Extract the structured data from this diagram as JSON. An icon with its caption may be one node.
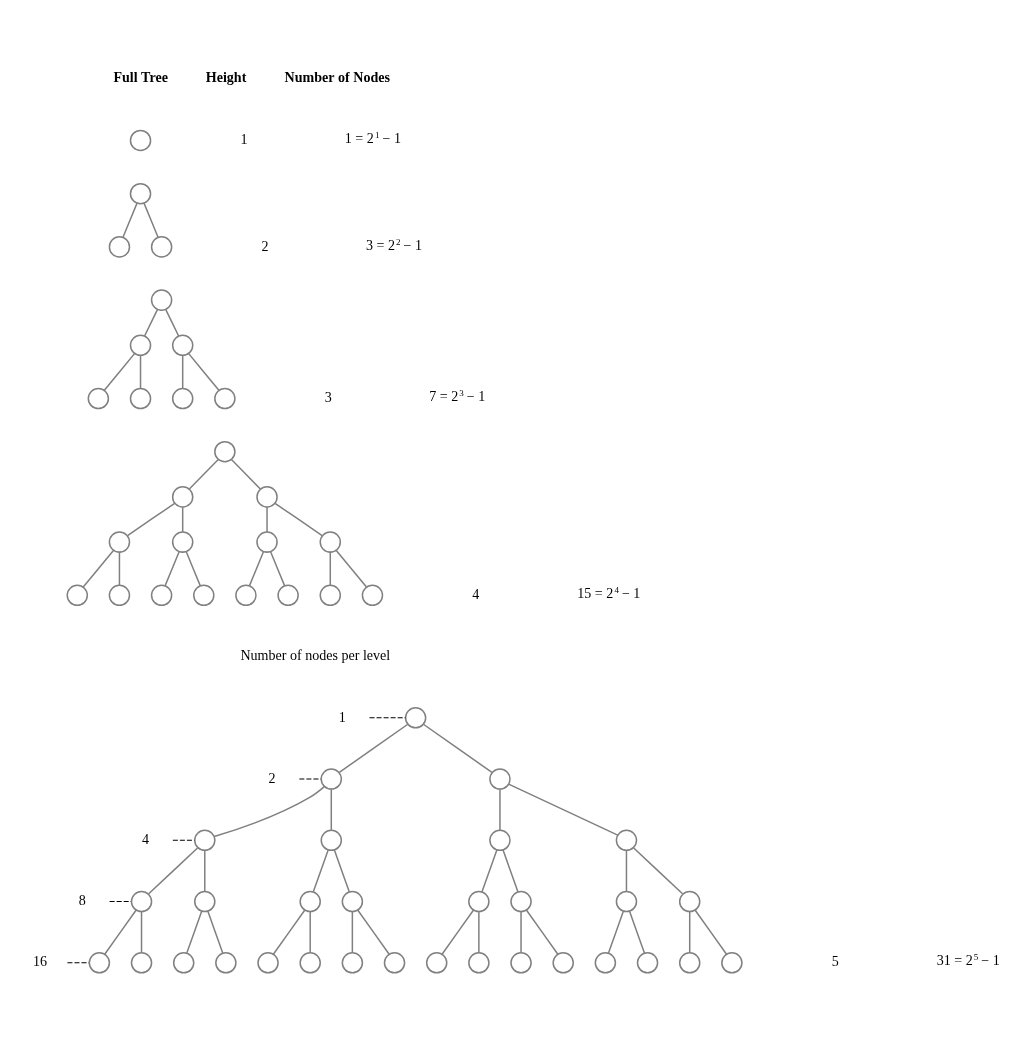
{
  "diagram": {
    "nodes": [
      {
        "text": [],
        "shape": "circle"
      },
      {
        "text": [],
        "shape": "circle"
      },
      {
        "text": [],
        "shape": "circle"
      },
      {
        "text": [],
        "shape": "circle"
      },
      {
        "text": [],
        "shape": "circle"
      },
      {
        "text": [],
        "shape": "circle"
      },
      {
        "text": [],
        "shape": "circle"
      },
      {
        "text": [],
        "shape": "circle"
      },
      {
        "text": [],
        "shape": "circle"
      },
      {
        "text": [],
        "shape": "circle"
      },
      {
        "text": [],
        "shape": "circle"
      },
      {
        "text": [],
        "shape": "circle"
      },
      {
        "text": [],
        "shape": "circle"
      },
      {
        "text": [],
        "shape": "circle"
      },
      {
        "text": [],
        "shape": "circle"
      },
      {
        "text": [],
        "shape": "circle"
      },
      {
        "text": [],
        "shape": "circle"
      },
      {
        "text": [],
        "shape": "circle"
      },
      {
        "text": [],
        "shape": "circle"
      },
      {
        "text": [],
        "shape": "circle"
      },
      {
        "text": [],
        "shape": "circle"
      },
      {
        "text": [],
        "shape": "circle"
      },
      {
        "text": [],
        "shape": "circle"
      },
      {
        "text": [],
        "shape": "circle"
      },
      {
        "text": [],
        "shape": "circle"
      },
      {
        "text": [],
        "shape": "circle"
      },
      {
        "text": [],
        "shape": "circle"
      },
      {
        "text": [],
        "shape": "circle"
      },
      {
        "text": [],
        "shape": "circle"
      },
      {
        "text": [],
        "shape": "circle"
      },
      {
        "text": [],
        "shape": "circle"
      },
      {
        "text": [],
        "shape": "circle"
      },
      {
        "text": [],
        "shape": "circle"
      },
      {
        "text": [],
        "shape": "circle"
      },
      {
        "text": [],
        "shape": "circle"
      },
      {
        "text": [],
        "shape": "circle"
      },
      {
        "text": [],
        "shape": "circle"
      },
      {
        "text": [],
        "shape": "circle"
      },
      {
        "text": [],
        "shape": "circle"
      },
      {
        "text": [],
        "shape": "circle"
      },
      {
        "text": [],
        "shape": "circle"
      },
      {
        "text": [],
        "shape": "circle"
      },
      {
        "text": [],
        "shape": "circle"
      },
      {
        "text": [],
        "shape": "circle"
      },
      {
        "text": [],
        "shape": "circle"
      },
      {
        "text": [],
        "shape": "circle"
      },
      {
        "text": [],
        "shape": "circle"
      },
      {
        "text": [],
        "shape": "circle"
      },
      {
        "text": [],
        "shape": "circle"
      },
      {
        "text": [],
        "shape": "circle"
      },
      {
        "text": [],
        "shape": "circle"
      },
      {
        "text": [],
        "shape": "circle"
      },
      {
        "text": [],
        "shape": "circle"
      },
      {
        "text": [],
        "shape": "circle"
      },
      {
        "text": [],
        "shape": "circle"
      },
      {
        "text": [],
        "shape": "circle"
      },
      {
        "text": [],
        "shape": "circle"
      },
      {
        "text": [
          "1"
        ]
      },
      {
        "text": [
          "2"
        ]
      },
      {
        "text": [
          "4"
        ]
      },
      {
        "text": [
          "8"
        ]
      },
      {
        "text": [
          "16"
        ]
      }
    ],
    "edges": [
      {
        "from": 1,
        "to": 2,
        "arrow": "none"
      },
      {
        "from": 1,
        "to": 3,
        "arrow": "none"
      },
      {
        "from": 4,
        "to": 5,
        "arrow": "none"
      },
      {
        "from": 4,
        "to": 6,
        "arrow": "none"
      },
      {
        "from": 5,
        "to": 7,
        "arrow": "none"
      },
      {
        "from": 5,
        "to": 8,
        "arrow": "none"
      },
      {
        "from": 6,
        "to": 9,
        "arrow": "none"
      },
      {
        "from": 6,
        "to": 10,
        "arrow": "none"
      },
      {
        "from": 11,
        "to": 12,
        "arrow": "none"
      },
      {
        "from": 11,
        "to": 13,
        "arrow": "none"
      },
      {
        "from": 12,
        "to": 14,
        "arrow": "none"
      },
      {
        "from": 12,
        "to": 15,
        "arrow": "none"
      },
      {
        "from": 13,
        "to": 16,
        "arrow": "none"
      },
      {
        "from": 13,
        "to": 17,
        "arrow": "none"
      },
      {
        "from": 14,
        "to": 18,
        "arrow": "none"
      },
      {
        "from": 14,
        "to": 19,
        "arrow": "none"
      },
      {
        "from": 15,
        "to": 20,
        "arrow": "none"
      },
      {
        "from": 15,
        "to": 21,
        "arrow": "none"
      },
      {
        "from": 16,
        "to": 22,
        "arrow": "none"
      },
      {
        "from": 16,
        "to": 23,
        "arrow": "none"
      },
      {
        "from": 17,
        "to": 24,
        "arrow": "none"
      },
      {
        "from": 17,
        "to": 25,
        "arrow": "none"
      },
      {
        "from": 26,
        "to": 27,
        "arrow": "none"
      },
      {
        "from": 26,
        "to": 28,
        "arrow": "none"
      },
      {
        "from": 27,
        "to": 29,
        "arrow": "none"
      },
      {
        "from": 27,
        "to": 30,
        "arrow": "none"
      },
      {
        "from": 28,
        "to": 31,
        "arrow": "none"
      },
      {
        "from": 28,
        "to": 32,
        "arrow": "none"
      },
      {
        "from": 29,
        "to": 33,
        "arrow": "none"
      },
      {
        "from": 29,
        "to": 34,
        "arrow": "none"
      },
      {
        "from": 30,
        "to": 35,
        "arrow": "none"
      },
      {
        "from": 30,
        "to": 36,
        "arrow": "none"
      },
      {
        "from": 31,
        "to": 37,
        "arrow": "none"
      },
      {
        "from": 31,
        "to": 38,
        "arrow": "none"
      },
      {
        "from": 32,
        "to": 39,
        "arrow": "none"
      },
      {
        "from": 32,
        "to": 40,
        "arrow": "none"
      },
      {
        "from": 33,
        "to": 41,
        "arrow": "none"
      },
      {
        "from": 33,
        "to": 42,
        "arrow": "none"
      },
      {
        "from": 34,
        "to": 43,
        "arrow": "none"
      },
      {
        "from": 34,
        "to": 44,
        "arrow": "none"
      },
      {
        "from": 35,
        "to": 45,
        "arrow": "none"
      },
      {
        "from": 35,
        "to": 46,
        "arrow": "none"
      },
      {
        "from": 36,
        "to": 47,
        "arrow": "none"
      },
      {
        "from": 36,
        "to": 48,
        "arrow": "none"
      },
      {
        "from": 37,
        "to": 49,
        "arrow": "none"
      },
      {
        "from": 37,
        "to": 50,
        "arrow": "none"
      },
      {
        "from": 38,
        "to": 51,
        "arrow": "none"
      },
      {
        "from": 38,
        "to": 52,
        "arrow": "none"
      },
      {
        "from": 39,
        "to": 53,
        "arrow": "none"
      },
      {
        "from": 39,
        "to": 54,
        "arrow": "none"
      },
      {
        "from": 40,
        "to": 55,
        "arrow": "none"
      },
      {
        "from": 40,
        "to": 56,
        "arrow": "none"
      },
      {
        "from": 57,
        "to": 26,
        "arrow": "none",
        "style": "dashed",
        "color": "#000000"
      },
      {
        "from": 58,
        "to": 27,
        "arrow": "none",
        "style": "dashed",
        "color": "#000000"
      },
      {
        "from": 59,
        "to": 29,
        "arrow": "none",
        "style": "dashed",
        "color": "#000000"
      },
      {
        "from": 60,
        "to": 33,
        "arrow": "none",
        "style": "dashed",
        "color": "#000000"
      },
      {
        "from": 61,
        "to": 41,
        "arrow": "none",
        "style": "dashed",
        "color": "#000000"
      }
    ],
    "labels": [
      "Full Tree",
      "Height",
      "Number of Nodes",
      "1",
      "1 = 2$^{1}$ − 1",
      "2",
      "3 = 2$^{2}$ − 1",
      "3",
      "7 = 2$^{3}$ − 1",
      "4",
      "15 = 2$^{4}$ − 1",
      "Number of nodes per level",
      "5",
      "31 = 2$^{5}$ − 1"
    ]
  }
}
